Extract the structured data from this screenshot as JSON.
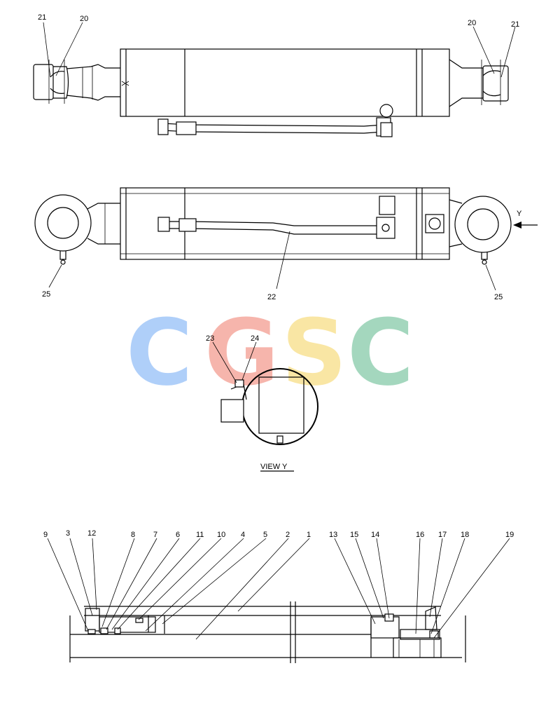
{
  "top_view": {
    "callouts": [
      "21",
      "20",
      "20",
      "21"
    ]
  },
  "side_view": {
    "callouts": [
      "25",
      "22",
      "25"
    ],
    "arrow_label": "Y"
  },
  "view_y": {
    "callouts": [
      "23",
      "24"
    ],
    "caption": "VIEW  Y"
  },
  "section_view": {
    "callouts_left": [
      "9",
      "3",
      "12",
      "8",
      "7",
      "6",
      "11",
      "10",
      "4",
      "5",
      "2",
      "1"
    ],
    "callouts_right": [
      "13",
      "15",
      "14",
      "16",
      "17",
      "18",
      "19"
    ]
  },
  "watermark": {
    "letters": [
      "C",
      "G",
      "S",
      "C"
    ],
    "colors": [
      "#6fa8f5",
      "#f07a6a",
      "#f5d35a",
      "#5bb88a"
    ]
  }
}
